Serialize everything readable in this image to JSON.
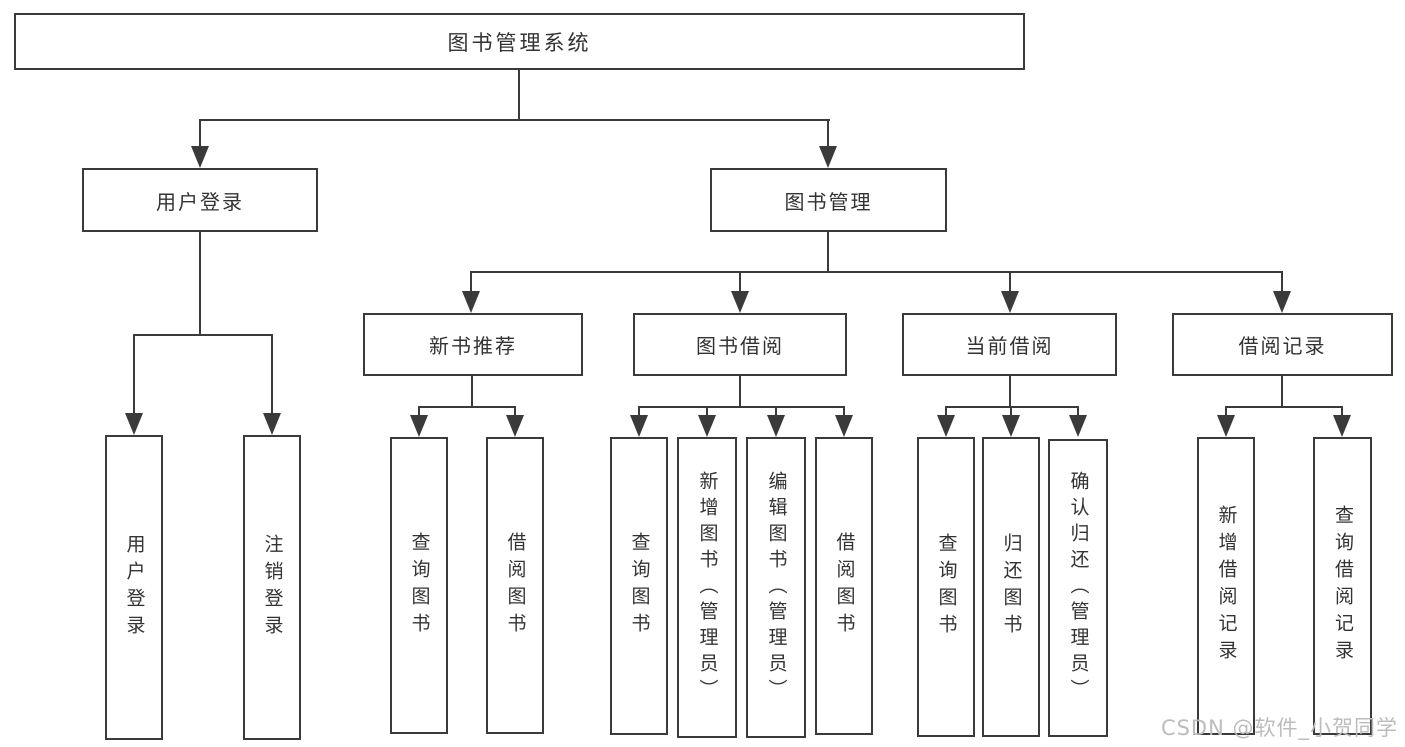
{
  "tree": {
    "label": "图书管理系统",
    "children": [
      {
        "label": "用户登录",
        "children": [
          {
            "label": "用户登录"
          },
          {
            "label": "注销登录"
          }
        ]
      },
      {
        "label": "图书管理",
        "children": [
          {
            "label": "新书推荐",
            "children": [
              {
                "label": "查询图书"
              },
              {
                "label": "借阅图书"
              }
            ]
          },
          {
            "label": "图书借阅",
            "children": [
              {
                "label": "查询图书"
              },
              {
                "label": "新增图书（管理员）"
              },
              {
                "label": "编辑图书（管理员）"
              },
              {
                "label": "借阅图书"
              }
            ]
          },
          {
            "label": "当前借阅",
            "children": [
              {
                "label": "查询图书"
              },
              {
                "label": "归还图书"
              },
              {
                "label": "确认归还（管理员）"
              }
            ]
          },
          {
            "label": "借阅记录",
            "children": [
              {
                "label": "新增借阅记录"
              },
              {
                "label": "查询借阅记录"
              }
            ]
          }
        ]
      }
    ]
  },
  "watermark": "CSDN @软件_小贺同学",
  "colors": {
    "line": "#3a3a3a",
    "text": "#333333",
    "watermark": "#bcbcbc",
    "background": "#ffffff"
  }
}
